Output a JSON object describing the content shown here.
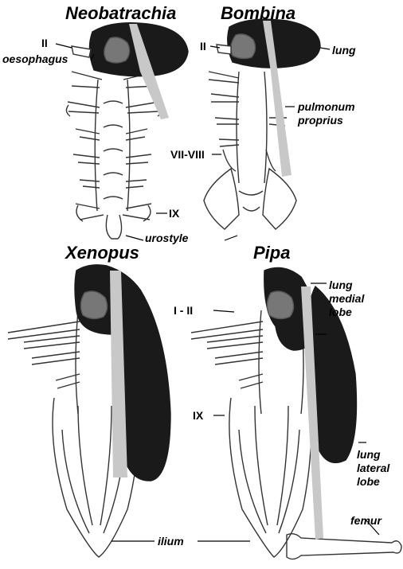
{
  "panels": {
    "neobatrachia": {
      "title": "Neobatrachia"
    },
    "bombina": {
      "title": "Bombina"
    },
    "xenopus": {
      "title": "Xenopus"
    },
    "pipa": {
      "title": "Pipa"
    }
  },
  "labels": {
    "neo_vertebra_2": "II",
    "oesophagus": "oesophagus",
    "neo_vertebra_9": "IX",
    "urostyle": "urostyle",
    "bom_vertebra_2": "II",
    "lung": "lung",
    "pulmonum_proprius": [
      "pulmonum",
      "proprius"
    ],
    "vertebrae_7_8": "VII-VIII",
    "pipa_vertebrae_1_2": "I - II",
    "lung_medial_lobe": [
      "lung",
      "medial",
      "lobe"
    ],
    "pipa_vertebra_9": "IX",
    "lung_lateral_lobe": [
      "lung",
      "lateral",
      "lobe"
    ],
    "femur": "femur",
    "ilium": "ilium"
  },
  "colors": {
    "lung": "#1a1a1a",
    "oesophagus": "#c8c8c8",
    "bone_outline": "#333333",
    "rosette": "#777777"
  }
}
